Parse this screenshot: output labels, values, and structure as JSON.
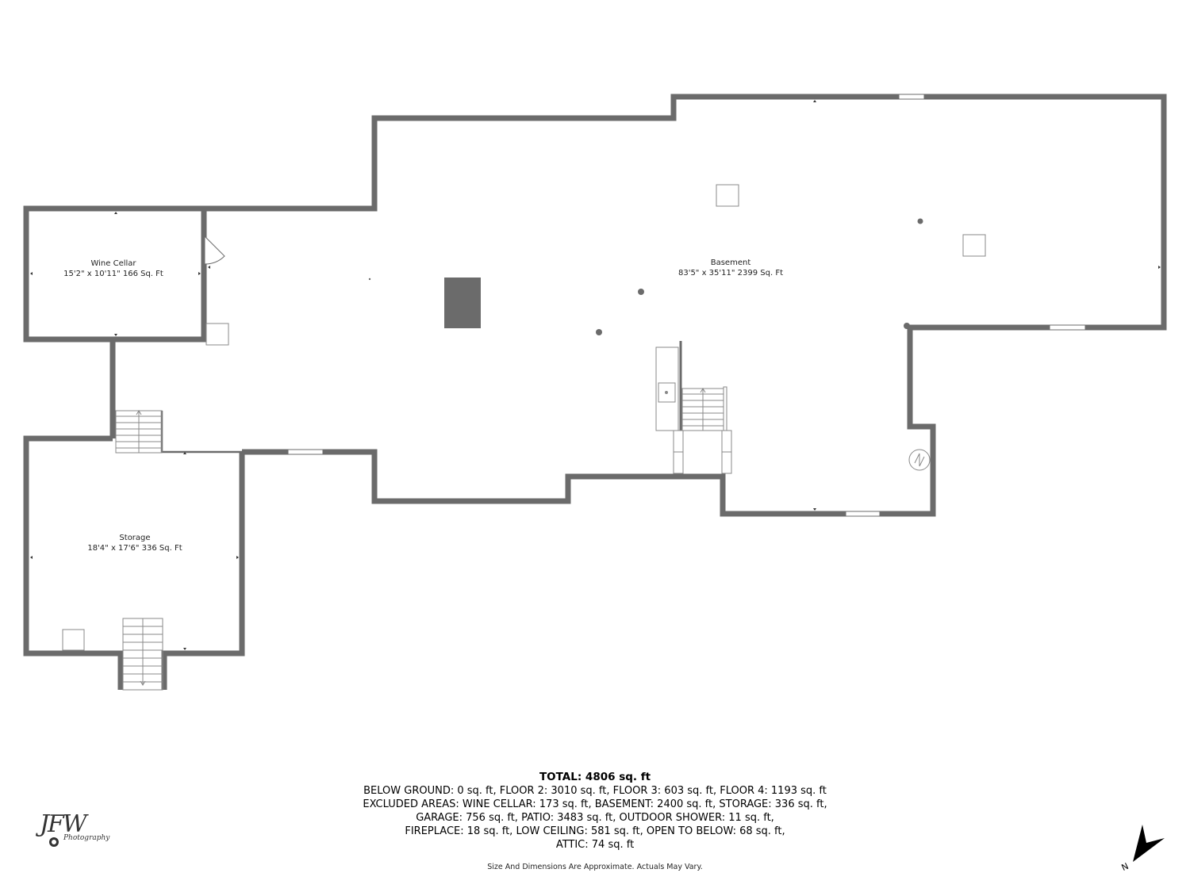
{
  "rooms": [
    {
      "name": "Wine Cellar",
      "dimensions": "15'2\" x 10'11\" 166 Sq. Ft"
    },
    {
      "name": "Basement",
      "dimensions": "83'5\" x 35'11\" 2399 Sq. Ft"
    },
    {
      "name": "Storage",
      "dimensions": "18'4\" x 17'6\" 336 Sq. Ft"
    }
  ],
  "totals": {
    "total": "TOTAL: 4806 sq. ft",
    "lines": [
      "BELOW GROUND: 0 sq. ft, FLOOR 2: 3010 sq. ft, FLOOR 3: 603 sq. ft, FLOOR 4: 1193 sq. ft",
      "EXCLUDED AREAS: WINE CELLAR: 173 sq. ft, BASEMENT: 2400 sq. ft, STORAGE: 336 sq. ft,",
      "GARAGE: 756 sq. ft, PATIO: 3483 sq. ft, OUTDOOR SHOWER: 11 sq. ft,",
      "FIREPLACE: 18 sq. ft, LOW CEILING: 581 sq. ft, OPEN TO BELOW: 68 sq. ft,",
      "ATTIC: 74 sq. ft"
    ]
  },
  "disclaimer": "Size And Dimensions Are Approximate. Actuals May Vary.",
  "logo": {
    "mark": "JFW",
    "subtitle": "Photography"
  },
  "compass": {
    "label": "N"
  },
  "colors": {
    "wall": "#6b6b6b",
    "fixture": "#6b6b6b",
    "background": "#ffffff"
  }
}
